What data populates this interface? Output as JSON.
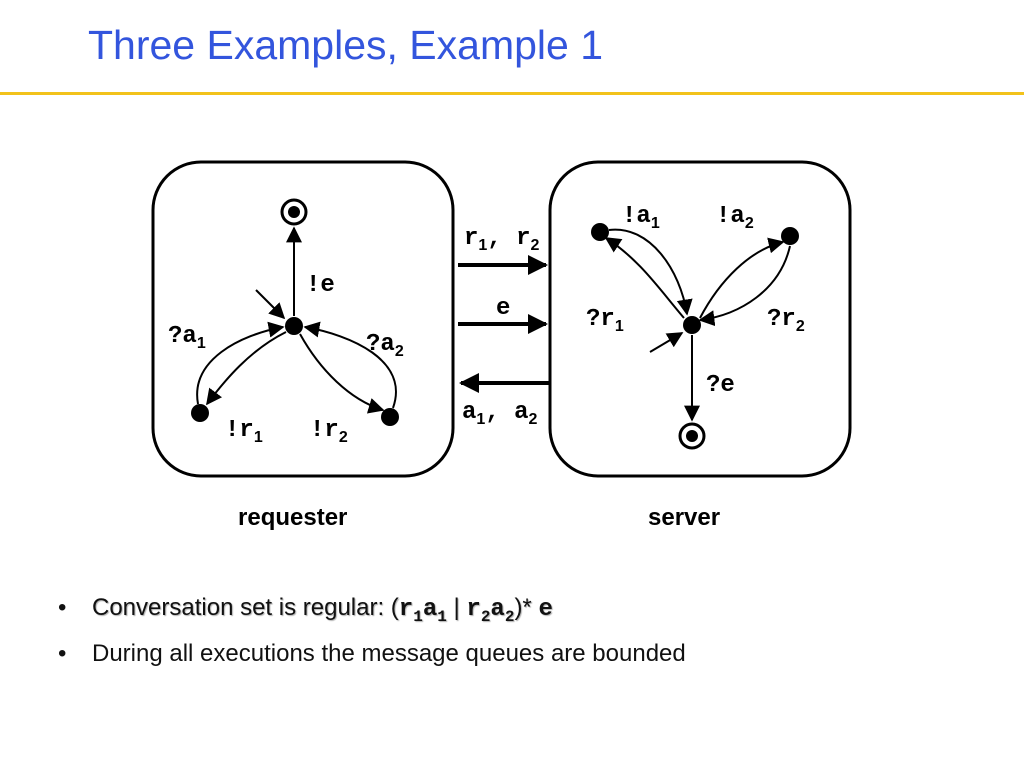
{
  "slide": {
    "title": "Three Examples, Example 1"
  },
  "diagram": {
    "requester": {
      "caption": "requester",
      "labels": {
        "out_e": "!e",
        "in_a1": "?a",
        "in_a1_sub": "1",
        "in_a2": "?a",
        "in_a2_sub": "2",
        "out_r1": "!r",
        "out_r1_sub": "1",
        "out_r2": "!r",
        "out_r2_sub": "2"
      }
    },
    "server": {
      "caption": "server",
      "labels": {
        "out_a1": "!a",
        "out_a1_sub": "1",
        "out_a2": "!a",
        "out_a2_sub": "2",
        "in_r1": "?r",
        "in_r1_sub": "1",
        "in_r2": "?r",
        "in_r2_sub": "2",
        "in_e": "?e"
      }
    },
    "channels": {
      "req_to_srv_1": "r",
      "req_to_srv_1_sub1": "1",
      "req_to_srv_1_sep": ", r",
      "req_to_srv_1_sub2": "2",
      "req_to_srv_2": "e",
      "srv_to_req": "a",
      "srv_to_req_sub1": "1",
      "srv_to_req_sep": ", a",
      "srv_to_req_sub2": "2"
    }
  },
  "bullets": [
    {
      "bullet": "•",
      "text": "Conversation set is regular: (",
      "m1": "r",
      "m1_sub": "1",
      "m2": "a",
      "m2_sub": "1",
      "sep": " | ",
      "m3": "r",
      "m3_sub": "2",
      "m4": "a",
      "m4_sub": "2",
      "tail": ")* ",
      "m5": "e"
    },
    {
      "bullet": "•",
      "text": "During all executions the message queues are bounded"
    }
  ]
}
